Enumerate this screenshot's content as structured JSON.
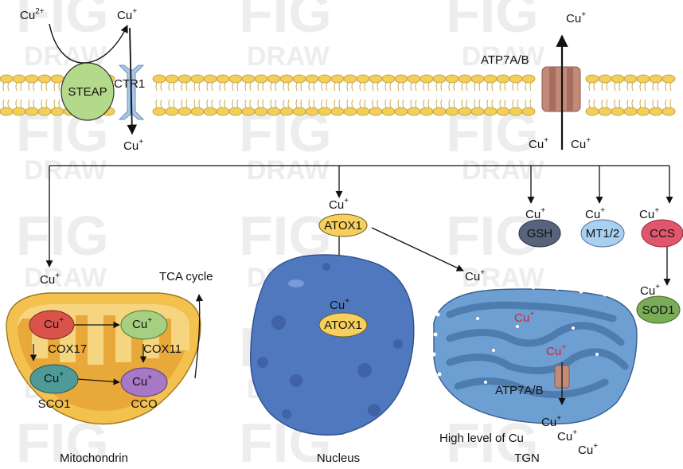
{
  "watermark": {
    "word1": "FIG",
    "word2": "DRAW"
  },
  "ions": {
    "cu2": "Cu",
    "cu2_charge": "2+",
    "cu": "Cu",
    "cu_charge": "+"
  },
  "membrane": {
    "steap": "STEAP",
    "ctr1": "CTR1",
    "atp7ab": "ATP7A/B"
  },
  "chaperones": {
    "atox1": "ATOX1",
    "gsh": "GSH",
    "mt12": "MT1/2",
    "ccs": "CCS",
    "sod1": "SOD1"
  },
  "mitochondrion": {
    "cox17": "COX17",
    "cox11": "COX11",
    "sco1": "SCO1",
    "cco": "CCO",
    "tca": "TCA cycle"
  },
  "tgn": {
    "atp7ab": "ATP7A/B",
    "high_level": "High level of Cu"
  },
  "captions": {
    "mito": "Mitochondrin",
    "nucleus": "Nucleus",
    "tgn": "TGN"
  },
  "colors": {
    "lipid_head": "#f2cf5a",
    "steap": "#b5d98a",
    "ctr1": "#a9c8e8",
    "atp7": "#c48a78",
    "atox1": "#f6cf5c",
    "gsh": "#56637a",
    "mt12": "#a9d0f0",
    "ccs": "#e0566b",
    "sod1": "#7aab57",
    "mito_outer": "#f3c14e",
    "cox17": "#d9534a",
    "cox11": "#a7cf82",
    "sco1": "#4f9a98",
    "cco": "#a678c5",
    "nucleus": "#5078bf",
    "tgn": "#6e9fd2"
  }
}
